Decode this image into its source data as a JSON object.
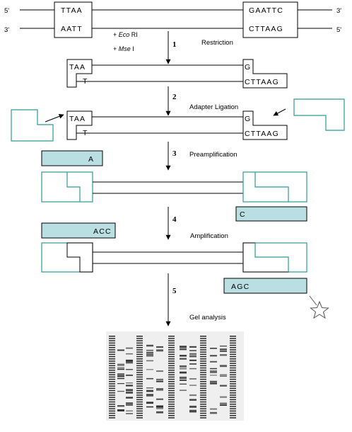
{
  "colors": {
    "adapter_outline": "#2e9a96",
    "primer_fill": "#b9dfe3",
    "line": "#000000"
  },
  "strand_labels": {
    "top_left": "5'",
    "top_right": "3'",
    "bottom_left": "3'",
    "bottom_right": "5'"
  },
  "sequences": {
    "mse_top": "TTAA",
    "mse_bottom": "AATT",
    "eco_top": "GAATTC",
    "eco_bottom": "CTTAAG",
    "frag_left_top": "TAA",
    "frag_left_bottom": "T",
    "frag_right_top": "G",
    "frag_right_bottom": "CTTAAG"
  },
  "enzymes": {
    "eco_prefix": "+ ",
    "eco_name": "Eco",
    "eco_suffix": " RI",
    "mse_prefix": "+ ",
    "mse_name": "Mse",
    "mse_suffix": " I"
  },
  "steps": [
    {
      "number": "1",
      "label": "Restriction"
    },
    {
      "number": "2",
      "label": "Adapter Ligation"
    },
    {
      "number": "3",
      "label": "Preamplification"
    },
    {
      "number": "4",
      "label": "Amplification"
    },
    {
      "number": "5",
      "label": "Gel analysis"
    }
  ],
  "primers": {
    "pre_mse": "A",
    "pre_eco": "C",
    "sel_mse": "ACC",
    "sel_eco": "AGC"
  },
  "icons": {
    "label_marker": "star-icon"
  }
}
